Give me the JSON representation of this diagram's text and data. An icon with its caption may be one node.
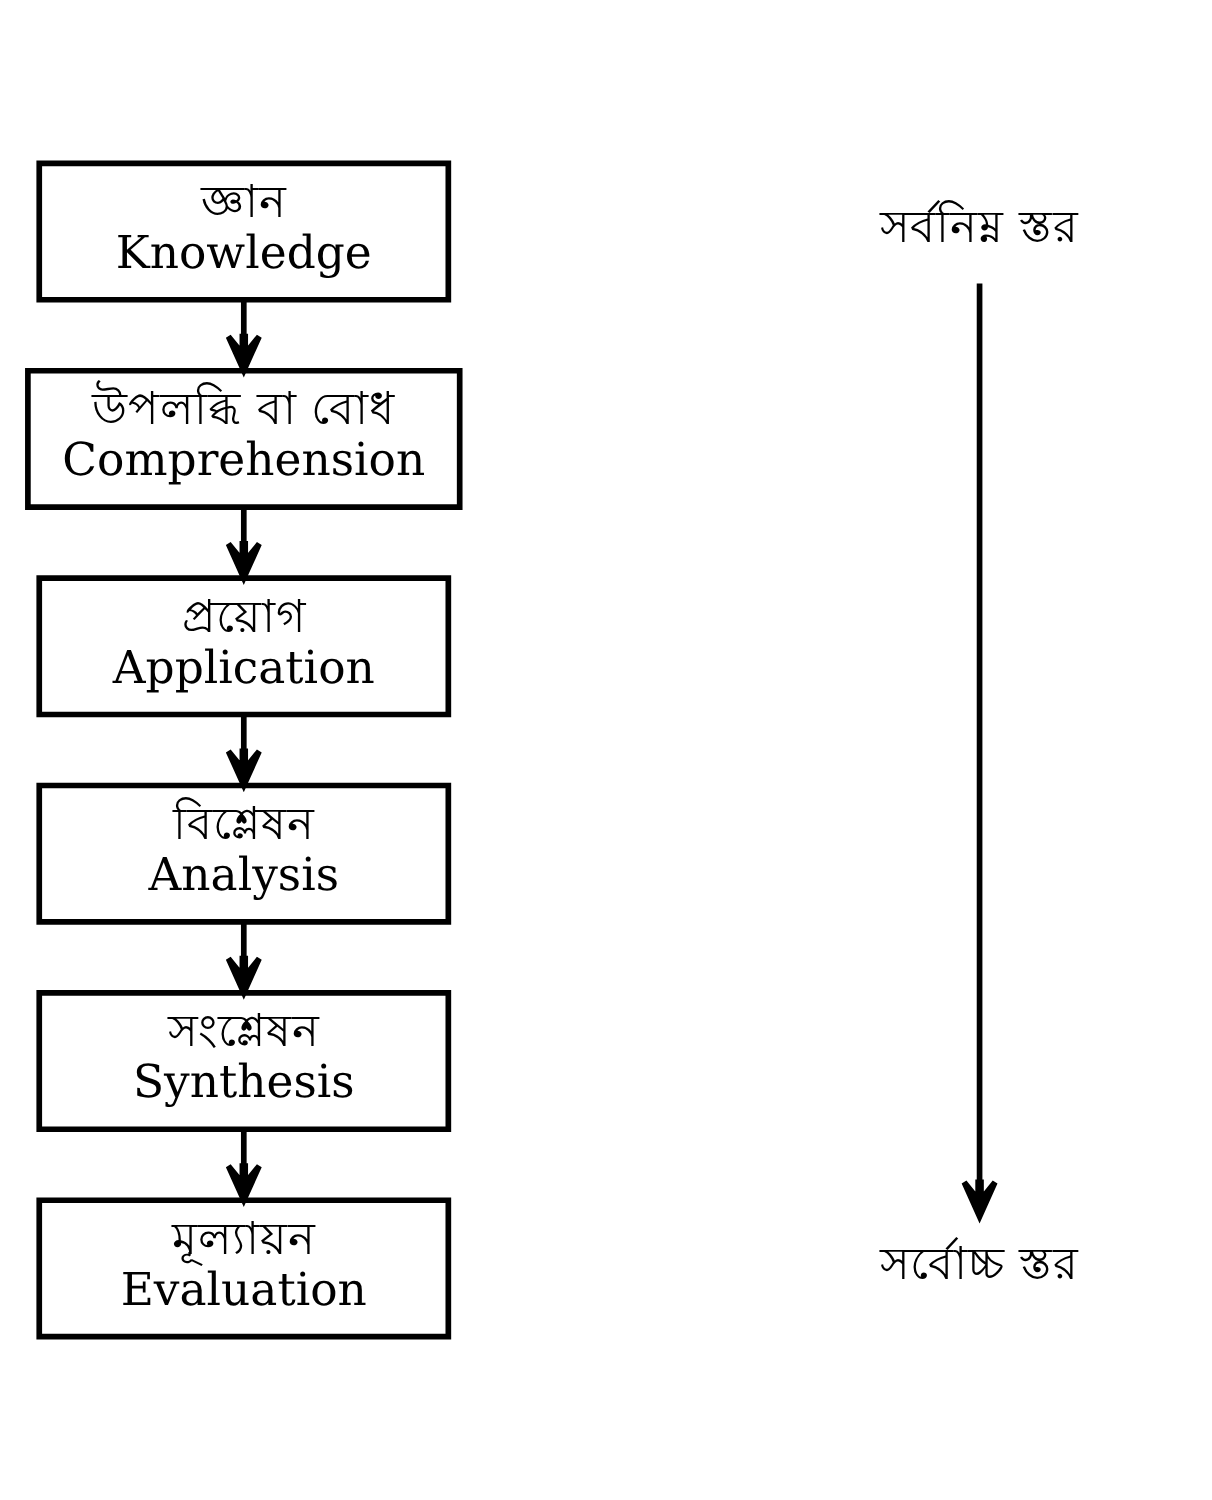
{
  "diagram": {
    "nodes": [
      {
        "text": [
          "জ্ঞান",
          "Knowledge"
        ]
      },
      {
        "text": [
          "উপলব্ধি বা বোধ",
          "Comprehension"
        ]
      },
      {
        "text": [
          "প্রয়োগ",
          "Application"
        ]
      },
      {
        "text": [
          "বিশ্লেষন",
          "Analysis"
        ]
      },
      {
        "text": [
          "সংশ্লেষন",
          "Synthesis"
        ]
      },
      {
        "text": [
          "মূল্যায়ন",
          "Evaluation"
        ]
      },
      {
        "text": [
          "সর্বনিম্ন স্তর"
        ]
      },
      {
        "text": [
          "সর্বোচ্চ স্তর"
        ]
      }
    ],
    "edges": [
      {
        "from": 0,
        "to": 1,
        "arrow": "to"
      },
      {
        "from": 1,
        "to": 2,
        "arrow": "to"
      },
      {
        "from": 2,
        "to": 3,
        "arrow": "to"
      },
      {
        "from": 3,
        "to": 4,
        "arrow": "to"
      },
      {
        "from": 4,
        "to": 5,
        "arrow": "to"
      },
      {
        "from": 6,
        "to": 7,
        "arrow": "to"
      }
    ]
  }
}
